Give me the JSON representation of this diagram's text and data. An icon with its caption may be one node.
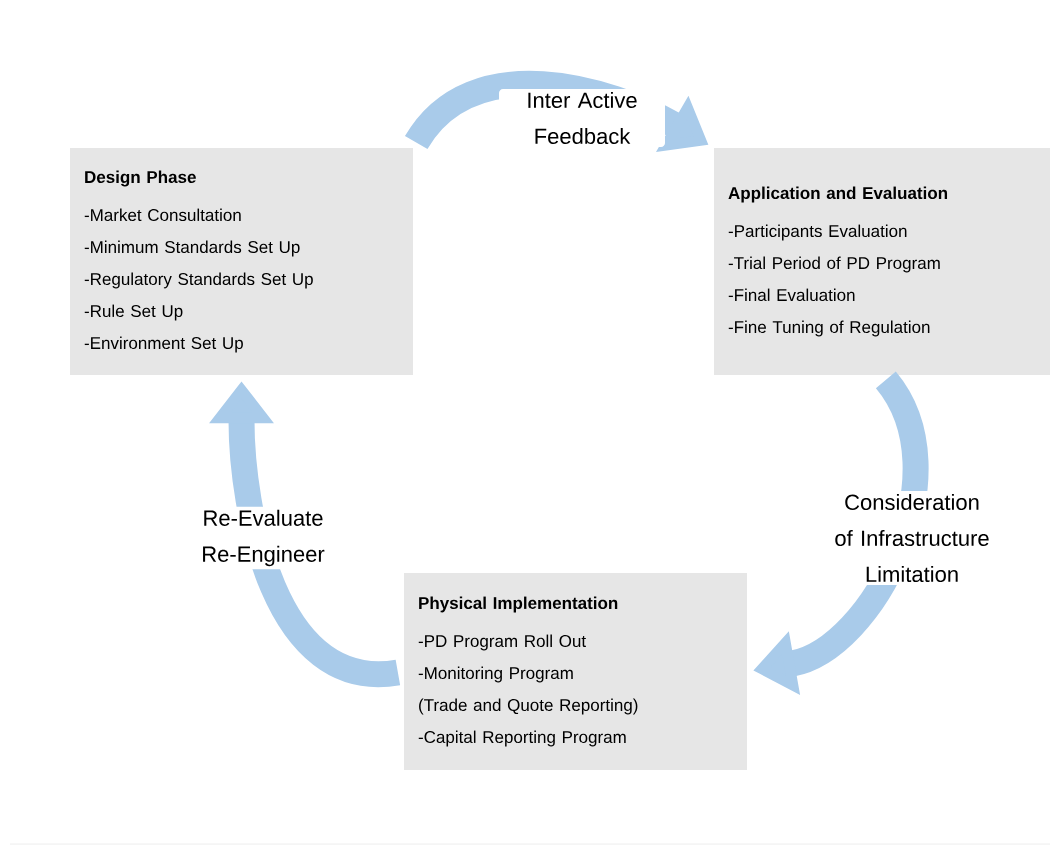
{
  "diagram": {
    "nodes": [
      {
        "text": [
          "Design Phase",
          "-Market Consultation",
          "-Minimum Standards Set Up",
          "-Regulatory Standards Set Up",
          "-Rule Set Up",
          "-Environment Set Up"
        ]
      },
      {
        "text": [
          "Application and Evaluation",
          "-Participants Evaluation",
          "-Trial Period of PD Program",
          "-Final Evaluation",
          "-Fine Tuning of Regulation"
        ]
      },
      {
        "text": [
          "Physical Implementation",
          "-PD Program Roll Out",
          "-Monitoring Program",
          "(Trade and Quote Reporting)",
          "-Capital Reporting Program"
        ]
      }
    ],
    "edges": [
      {
        "from": 0,
        "to": 1,
        "arrow": "to",
        "label": "Inter Active Feedback"
      },
      {
        "from": 1,
        "to": 2,
        "arrow": "to",
        "label": "Consideration of Infrastructure Limitation"
      },
      {
        "from": 2,
        "to": 0,
        "arrow": "to",
        "label": "Re-Evaluate Re-Engineer"
      }
    ]
  }
}
